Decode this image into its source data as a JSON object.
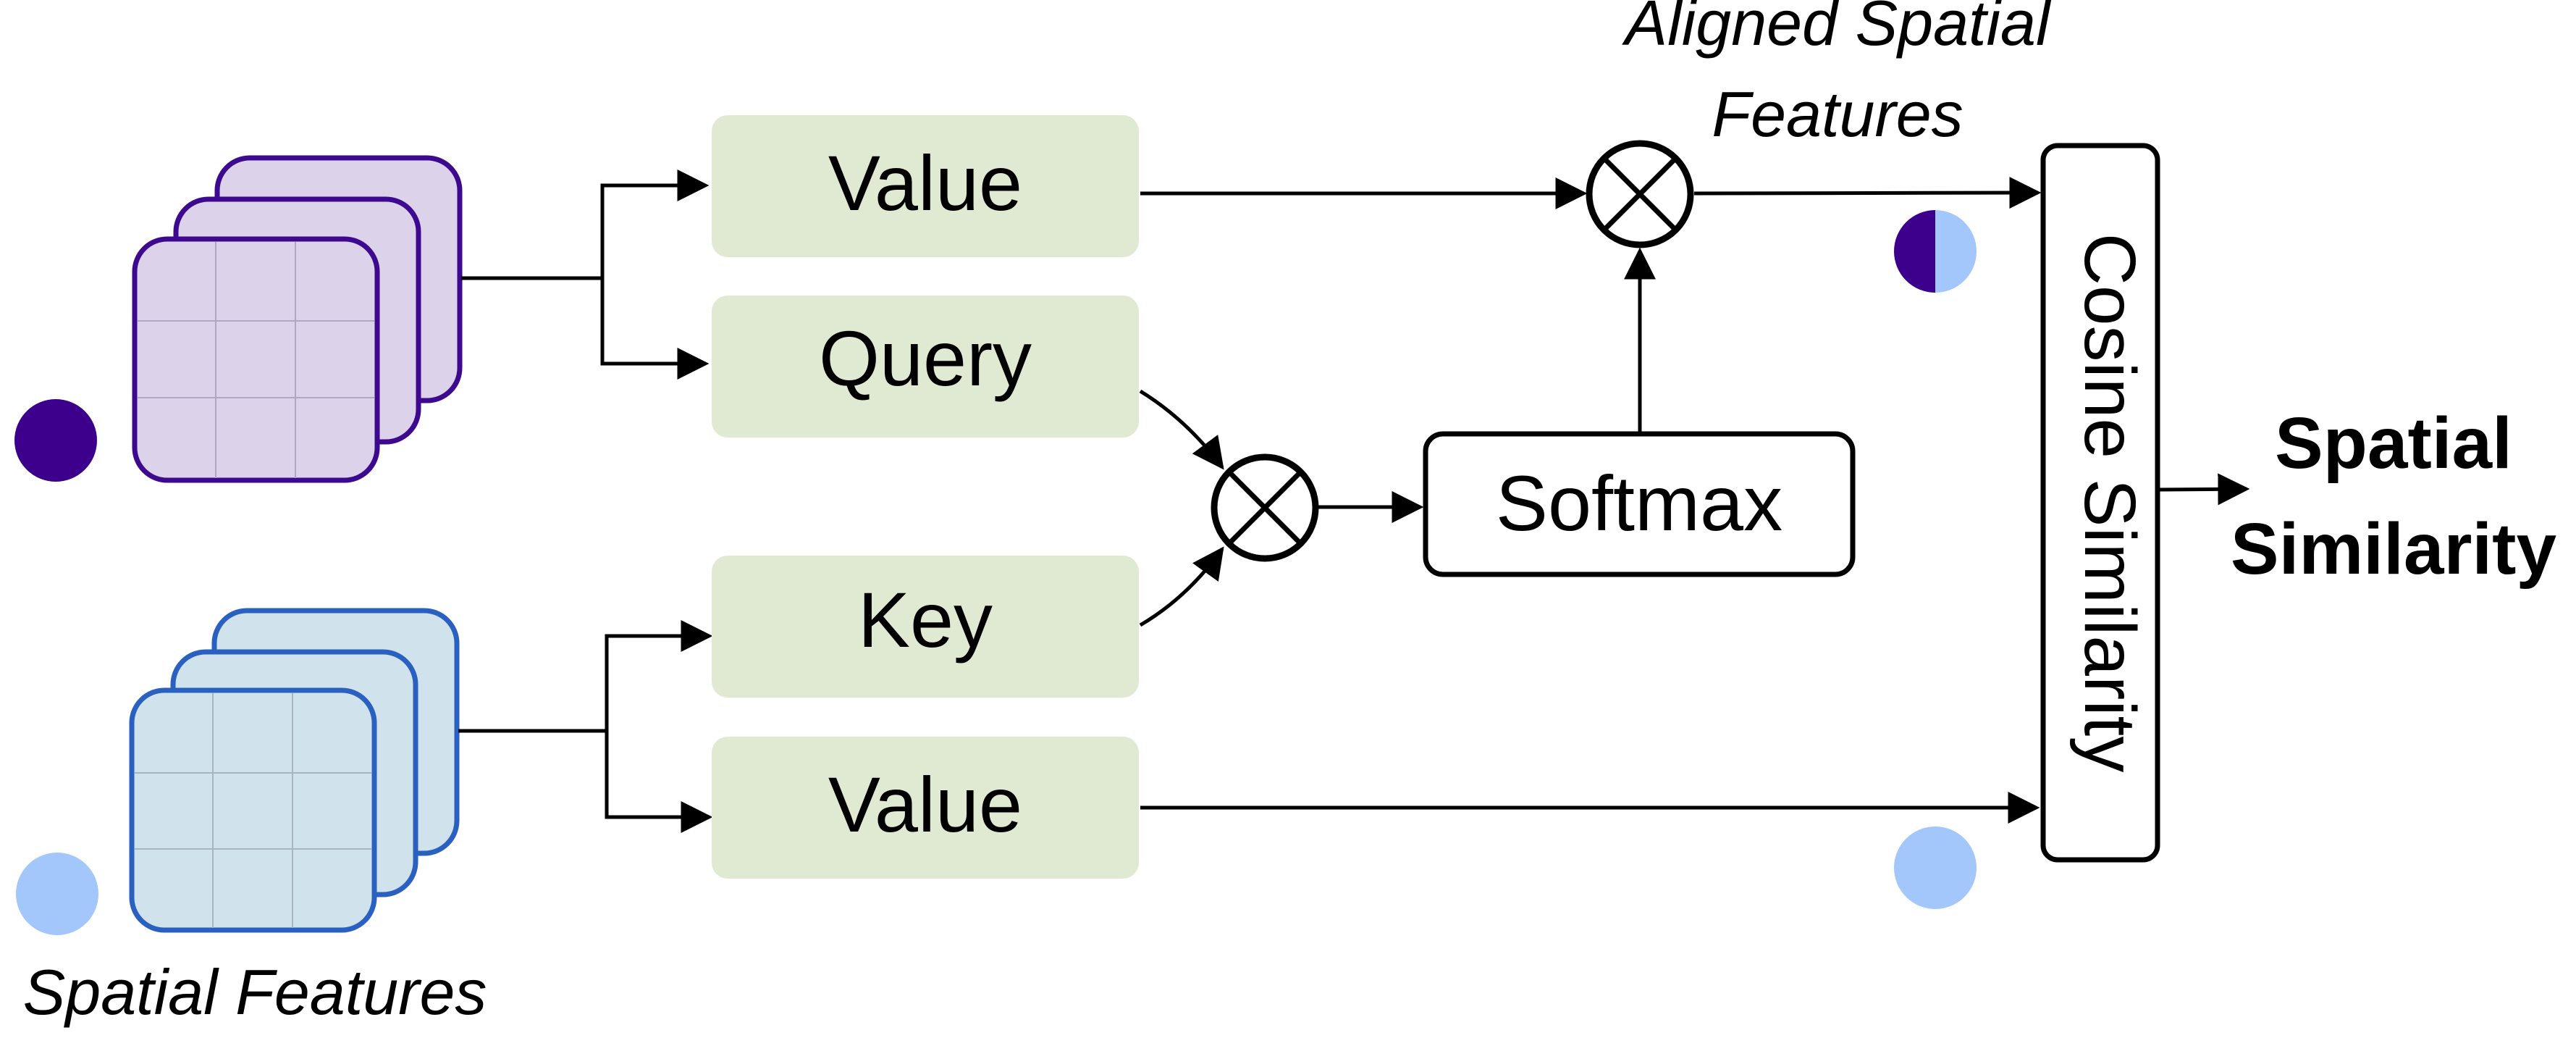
{
  "diagram": {
    "input_label": "Spatial Features",
    "aligned_label_line1": "Aligned Spatial",
    "aligned_label_line2": "Features",
    "boxes": {
      "value_top": "Value",
      "query": "Query",
      "key": "Key",
      "value_bottom": "Value",
      "softmax": "Softmax",
      "cosine": "Cosine Similarity"
    },
    "output_line1": "Spatial",
    "output_line2": "Similarity",
    "operators": {
      "multiply_symbol": "otimes"
    },
    "colors": {
      "purple_stroke": "#3d0a8f",
      "purple_fill": "#dcd2ea",
      "purple_dot": "#3c008c",
      "blue_stroke": "#2a61c0",
      "blue_fill": "#d0e2ec",
      "blue_dot": "#a3c6fb",
      "proj_box_fill": "#e0ead3",
      "grid_line": "#b0a8c0"
    }
  }
}
